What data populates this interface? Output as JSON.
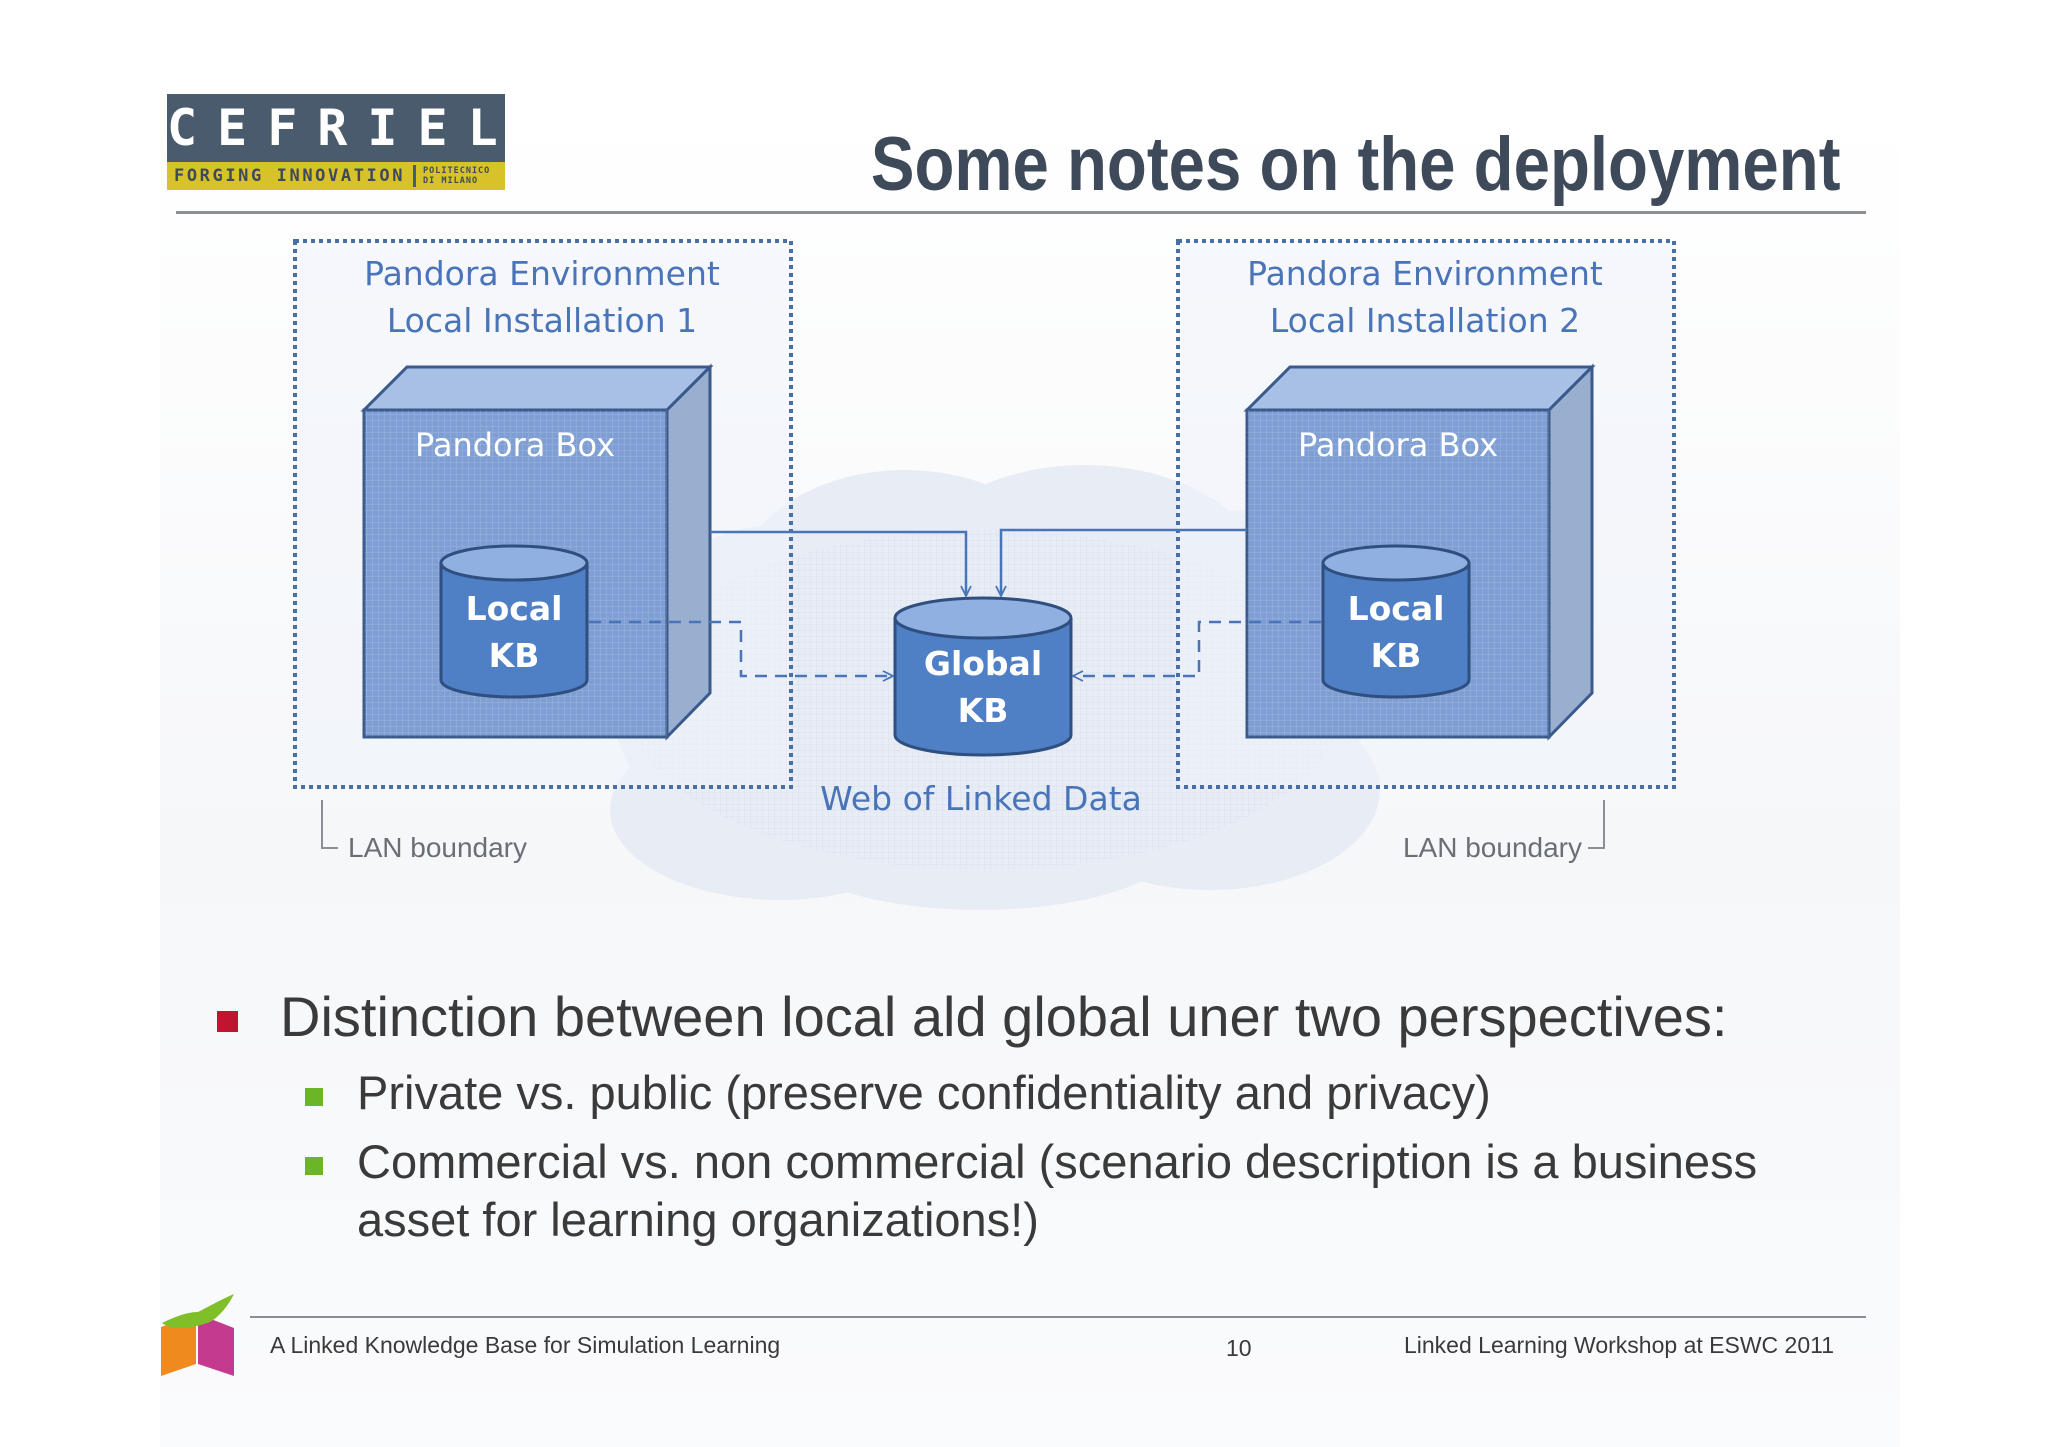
{
  "logo": {
    "name": "CEFRIEL",
    "tagline": "FORGING INNOVATION",
    "partner_line1": "POLITECNICO",
    "partner_line2": "DI MILANO"
  },
  "slide_title": "Some notes on the deployment",
  "diagram": {
    "env1_line1": "Pandora Environment",
    "env1_line2": "Local Installation 1",
    "env2_line1": "Pandora Environment",
    "env2_line2": "Local Installation 2",
    "box1_label": "Pandora Box",
    "box2_label": "Pandora Box",
    "local_kb1_line1": "Local",
    "local_kb1_line2": "KB",
    "local_kb2_line1": "Local",
    "local_kb2_line2": "KB",
    "global_kb_line1": "Global",
    "global_kb_line2": "KB",
    "cloud_label": "Web of Linked Data",
    "lan1_label": "LAN boundary",
    "lan2_label": "LAN boundary",
    "colors": {
      "box_fill": "#7f9fd4",
      "box_stroke": "#3b5a8c",
      "cylinder_fill": "#4f7fc4",
      "label_blue": "#4a74b8",
      "cloud": "#e6ebf3"
    }
  },
  "bullets": {
    "level1": "Distinction between local ald global uner two perspectives:",
    "level2": [
      "Private vs. public (preserve confidentiality and privacy)",
      "Commercial vs. non commercial (scenario description is a business asset for learning organizations!)"
    ],
    "marker_colors": {
      "level1": "#c0152f",
      "level2": "#6cb528"
    }
  },
  "footer": {
    "left": "A Linked Knowledge Base for Simulation Learning",
    "page_number": "10",
    "right": "Linked Learning Workshop at ESWC 2011",
    "logo_icon": "cube-logo-icon"
  }
}
